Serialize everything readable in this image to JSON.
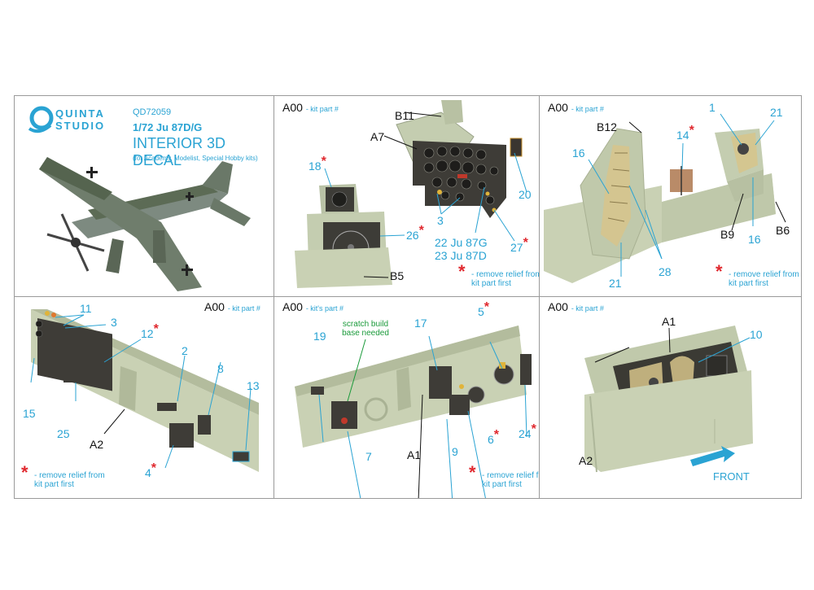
{
  "brand": {
    "line1": "QUINTA",
    "line2": "STUDIO"
  },
  "product": {
    "code": "QD72059",
    "scale_name": "1/72 Ju 87D/G",
    "title": "INTERIOR 3D DECAL",
    "compat": "(for Academy, Modelist, Special Hobby kits)"
  },
  "kit_label": {
    "code": "A00",
    "kit_part": "- kit part #",
    "kits_part": "- kit's part #"
  },
  "note": {
    "line1": "- remove relief from",
    "line2": "kit part first"
  },
  "scratch": {
    "line1": "scratch build",
    "line2": "base needed"
  },
  "front_label": "FRONT",
  "panel2": {
    "B11": "B11",
    "A7": "A7",
    "B5": "B5",
    "n18": "18",
    "n26": "26",
    "n3": "3",
    "n20": "20",
    "n27": "27",
    "n22": "22 Ju 87G",
    "n23": "23 Ju 87D"
  },
  "panel3": {
    "B12": "B12",
    "B9": "B9",
    "B6": "B6",
    "n1": "1",
    "n21a": "21",
    "n14": "14",
    "n16a": "16",
    "n16b": "16",
    "n21b": "21",
    "n28": "28"
  },
  "panel4": {
    "n11": "11",
    "n3": "3",
    "n12": "12",
    "n2": "2",
    "n8": "8",
    "n13": "13",
    "n15": "15",
    "n25": "25",
    "A2": "A2",
    "n4": "4"
  },
  "panel5": {
    "n19": "19",
    "n17": "17",
    "n5": "5",
    "n24": "24",
    "n7": "7",
    "A1": "A1",
    "n9": "9",
    "n6": "6"
  },
  "panel6": {
    "A1": "A1",
    "n10": "10",
    "A2": "A2"
  },
  "colors": {
    "accent": "#2aa3d3",
    "star": "#e0282e",
    "resin": "#c9d1b4",
    "panel_dark": "#3b3a36"
  }
}
